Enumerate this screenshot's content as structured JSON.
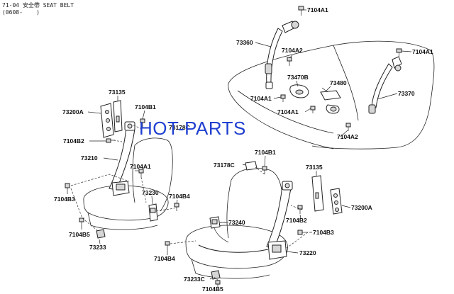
{
  "header": {
    "line1": "71-04 安全帶 SEAT BELT",
    "line2": "(0608-    )"
  },
  "watermark": "HOT-PARTS",
  "labels": {
    "l_7104A1_top": "7104A1",
    "l_73360": "73360",
    "l_7104A2_top": "7104A2",
    "l_7104A1_right": "7104A1",
    "l_73470B": "73470B",
    "l_73480": "73480",
    "l_73370": "73370",
    "l_7104A1_mid": "7104A1",
    "l_7104A1_mid2": "7104A1",
    "l_7104A2_low": "7104A2",
    "l_73135_left": "73135",
    "l_73200A_left": "73200A",
    "l_7104B1_left": "7104B1",
    "l_73178C_left": "73178C",
    "l_7104B2_left": "7104B2",
    "l_73210": "73210",
    "l_7104A1_left": "7104A1",
    "l_73230": "73230",
    "l_7104B4_left": "7104B4",
    "l_7104B3_left": "7104B3",
    "l_7104B5_left": "7104B5",
    "l_73233": "73233",
    "l_7104B1_right": "7104B1",
    "l_73178C_right": "73178C",
    "l_73135_right": "73135",
    "l_73200A_right": "73200A",
    "l_7104B2_right": "7104B2",
    "l_73240": "73240",
    "l_7104B3_right": "7104B3",
    "l_73220": "73220",
    "l_7104B4_right": "7104B4",
    "l_73233C": "73233C",
    "l_7104B5_right": "7104B5"
  }
}
